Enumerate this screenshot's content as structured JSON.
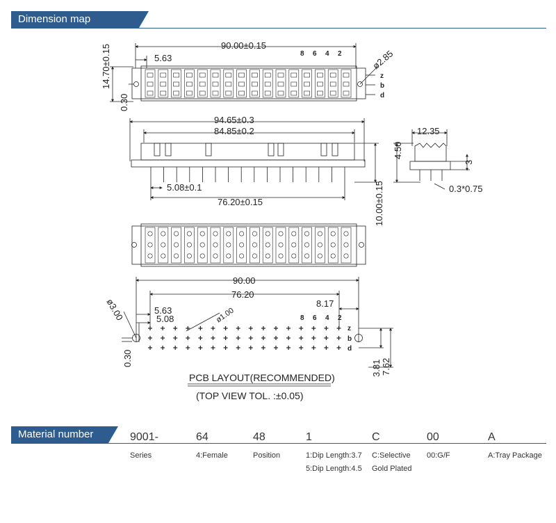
{
  "headers": {
    "dimension_map": "Dimension map",
    "material_number": "Material number"
  },
  "dims": {
    "d_90_015": "90.00±0.15",
    "d_563": "5.63",
    "d_1470": "14.70±0.15",
    "d_030": "0.30",
    "d_285": "ø2.85",
    "d_9465": "94.65±0.3",
    "d_8485": "84.85±0.2",
    "d_508_01": "5.08±0.1",
    "d_7620_015": "76.20±0.15",
    "d_1000": "10.00±0.15",
    "d_1235": "12.35",
    "d_450": "4.50",
    "d_3": "3",
    "d_03_075": "0.3*0.75",
    "d_9000": "90.00",
    "d_7620": "76.20",
    "d_817": "8.17",
    "d_300": "ø3.00",
    "d_100": "ø1.00",
    "d_508": "5.08",
    "d_381": "3.81",
    "d_762": "7.62"
  },
  "rows": {
    "z": "z",
    "b": "b",
    "d": "d"
  },
  "pins": {
    "p8": "8",
    "p6": "6",
    "p4": "4",
    "p2": "2"
  },
  "pcb": {
    "title": "PCB LAYOUT(RECOMMENDED)",
    "subtitle": "(TOP VIEW TOL. :±0.05)"
  },
  "material": {
    "codes": [
      "9001-",
      "64",
      "48",
      "1",
      "C",
      "00",
      "A"
    ],
    "series": "Series",
    "female": "4:Female",
    "position": "Position",
    "dip1": "1:Dip Length:3.7",
    "dip2": "5:Dip Length:4.5",
    "sel1": "C:Selective",
    "sel2": "Gold Plated",
    "gf": "00:G/F",
    "tray": "A:Tray Package"
  }
}
